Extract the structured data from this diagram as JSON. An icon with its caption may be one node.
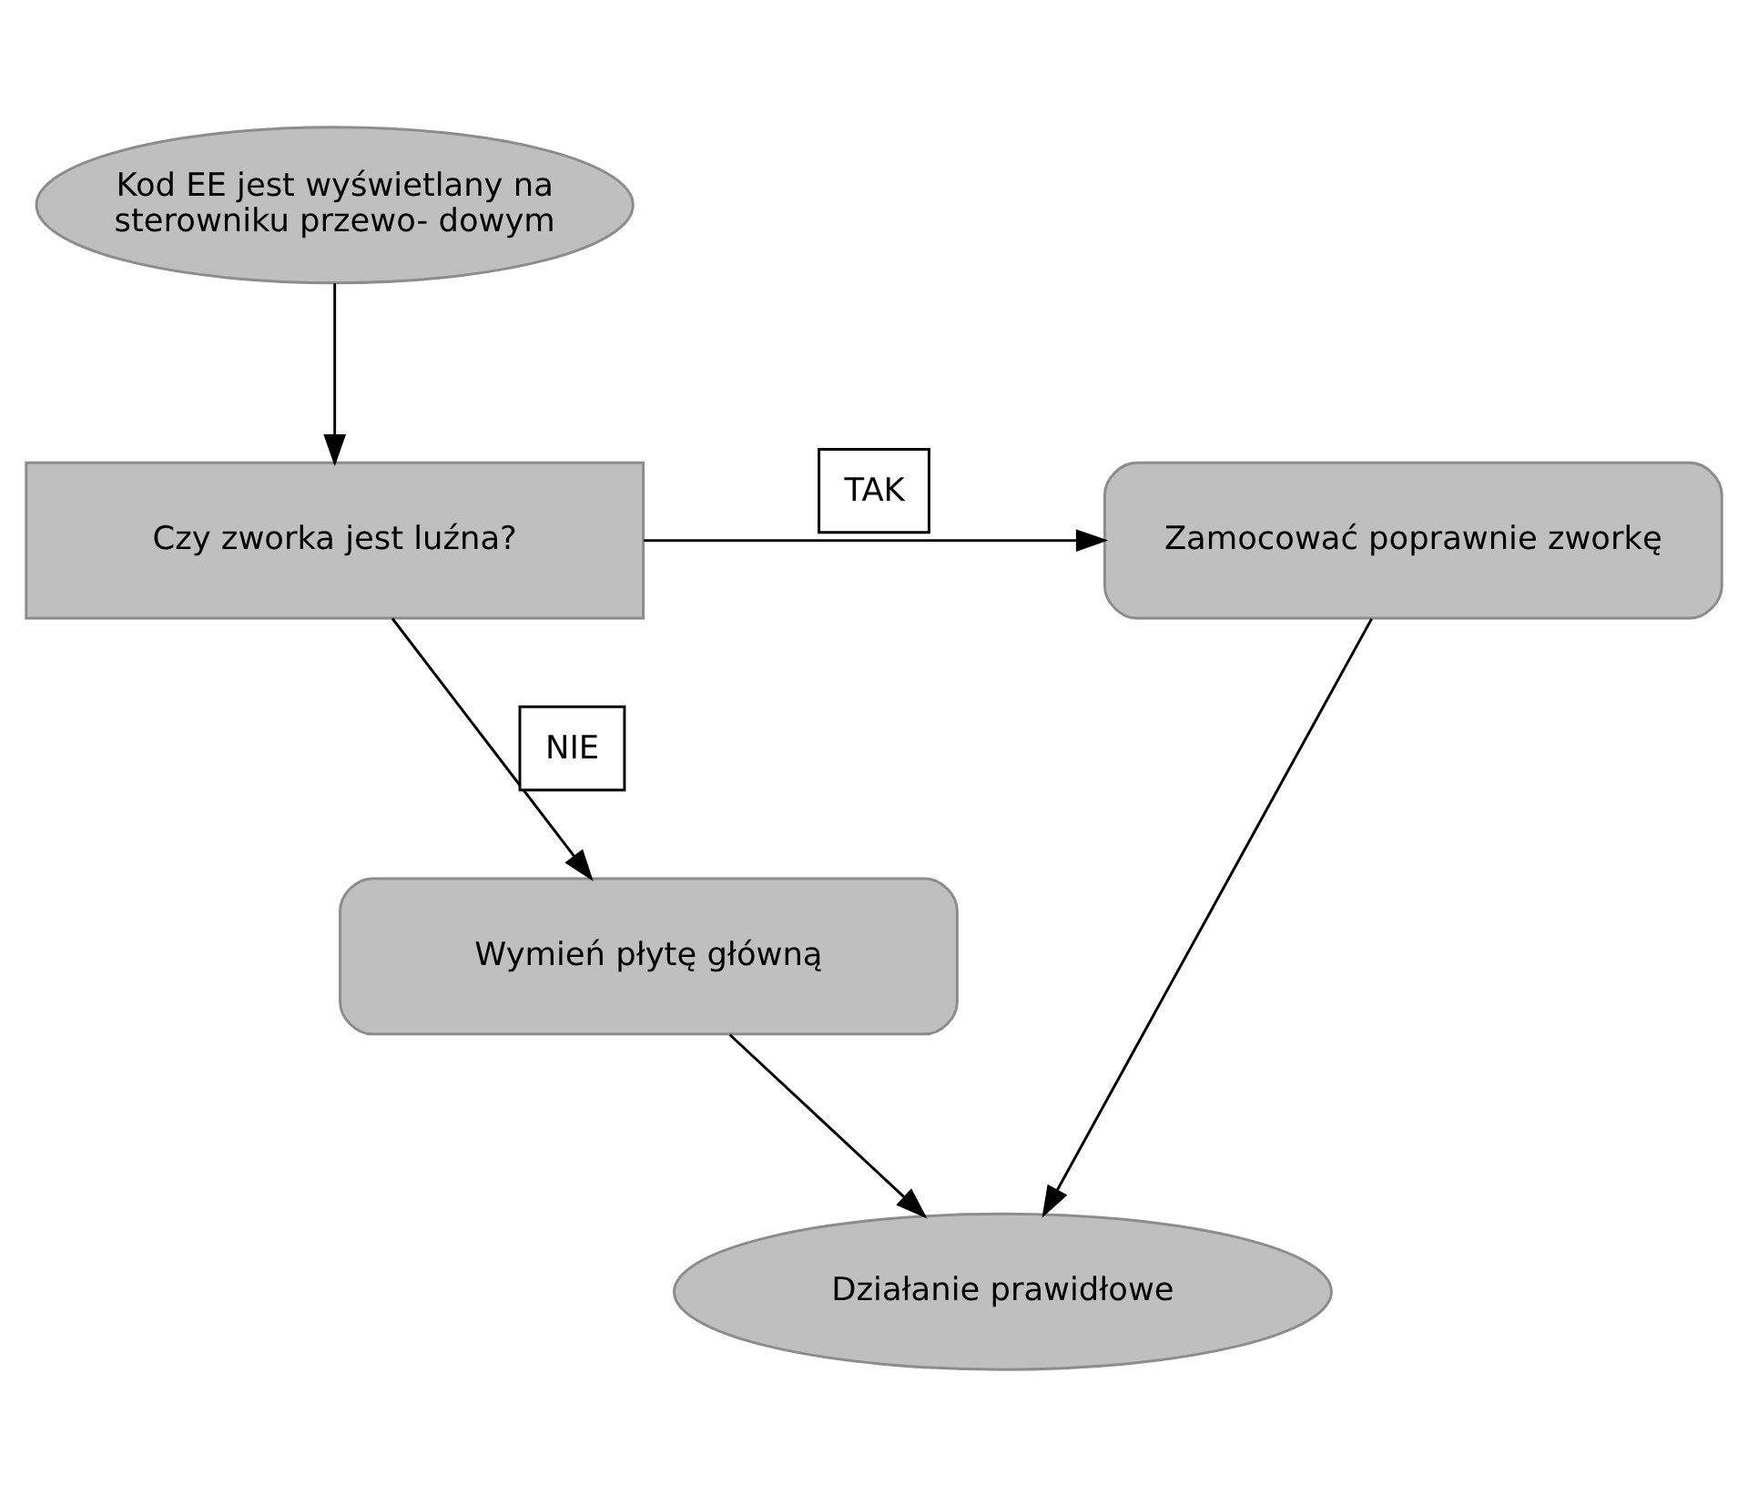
{
  "diagram": {
    "nodes": [
      {
        "text": [
          "Kod EE jest wyświetlany na sterowniku przewo- dowym"
        ]
      },
      {
        "text": [
          "Czy zworka jest luźna?"
        ]
      },
      {
        "text": [
          "Zamocować poprawnie zworkę"
        ]
      },
      {
        "text": [
          "Wymień płytę główną"
        ]
      },
      {
        "text": [
          "Działanie prawidłowe"
        ]
      }
    ],
    "edges": [
      {
        "from": 0,
        "to": 1,
        "arrow": "to"
      },
      {
        "from": 1,
        "to": 2,
        "arrow": "to",
        "label": "TAK"
      },
      {
        "from": 1,
        "to": 3,
        "arrow": "to",
        "label": "NIE"
      },
      {
        "from": 3,
        "to": 4,
        "arrow": "to"
      },
      {
        "from": 2,
        "to": 4,
        "arrow": "to"
      }
    ]
  }
}
